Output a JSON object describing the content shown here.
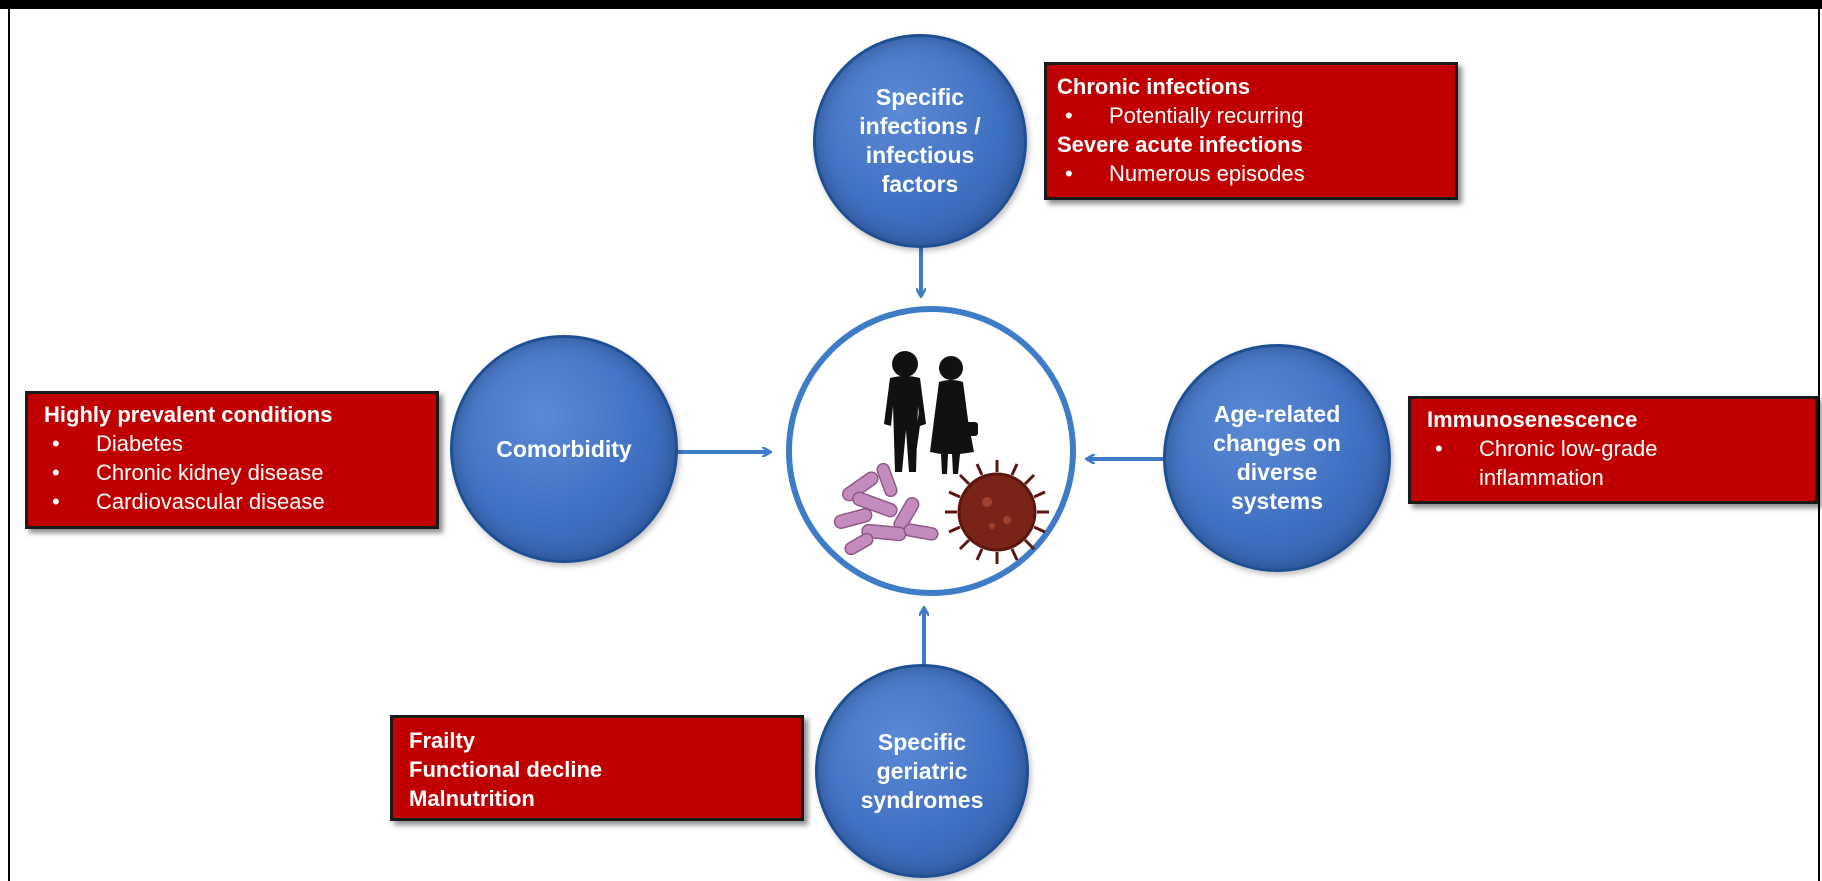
{
  "nodes": {
    "top": [
      "Specific",
      "infections /",
      "infectious",
      "factors"
    ],
    "left": [
      "Comorbidity"
    ],
    "right": [
      "Age-related",
      "changes on",
      "diverse",
      "systems"
    ],
    "bottom": [
      "Specific",
      "geriatric",
      "syndromes"
    ]
  },
  "boxes": {
    "infections": {
      "heading1": "Chronic infections",
      "item1": "Potentially recurring",
      "heading2": "Severe acute infections",
      "item2": "Numerous episodes"
    },
    "comorbidity": {
      "heading": "Highly prevalent conditions",
      "items": [
        "Diabetes",
        "Chronic kidney disease",
        "Cardiovascular disease"
      ]
    },
    "immuno": {
      "heading": "Immunosenescence",
      "item_lines": [
        "Chronic low-grade",
        "inflammation"
      ]
    },
    "geriatric": {
      "headings": [
        "Frailty",
        "Functional decline",
        "Malnutrition"
      ]
    }
  },
  "colors": {
    "node_fill": "#3f6fc0",
    "arrow": "#3e7cc7",
    "box_fill": "#c00000",
    "bacteria": "#c48bbd",
    "virus": "#7a2318"
  },
  "hub_icons": [
    "elderly-couple-icon",
    "bacteria-icon",
    "virus-icon"
  ]
}
